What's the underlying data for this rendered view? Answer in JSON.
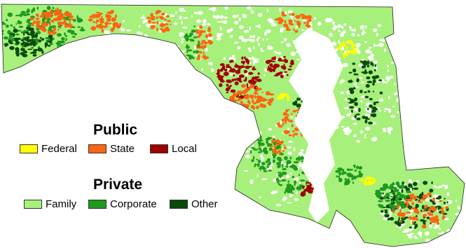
{
  "colors": {
    "background": "#ffffff",
    "outline": "#222222",
    "chesapeake_water": "#ffffff",
    "federal": "#ffff00",
    "state": "#ff6410",
    "local": "#a00000",
    "family": "#a8f07c",
    "corporate": "#1e9a1e",
    "other": "#0a4a0a"
  },
  "legend": {
    "public": {
      "title": "Public",
      "items": [
        {
          "label": "Federal",
          "color_key": "federal"
        },
        {
          "label": "State",
          "color_key": "state"
        },
        {
          "label": "Local",
          "color_key": "local"
        }
      ]
    },
    "private": {
      "title": "Private",
      "items": [
        {
          "label": "Family",
          "color_key": "family"
        },
        {
          "label": "Corporate",
          "color_key": "corporate"
        },
        {
          "label": "Other",
          "color_key": "other"
        }
      ]
    }
  }
}
